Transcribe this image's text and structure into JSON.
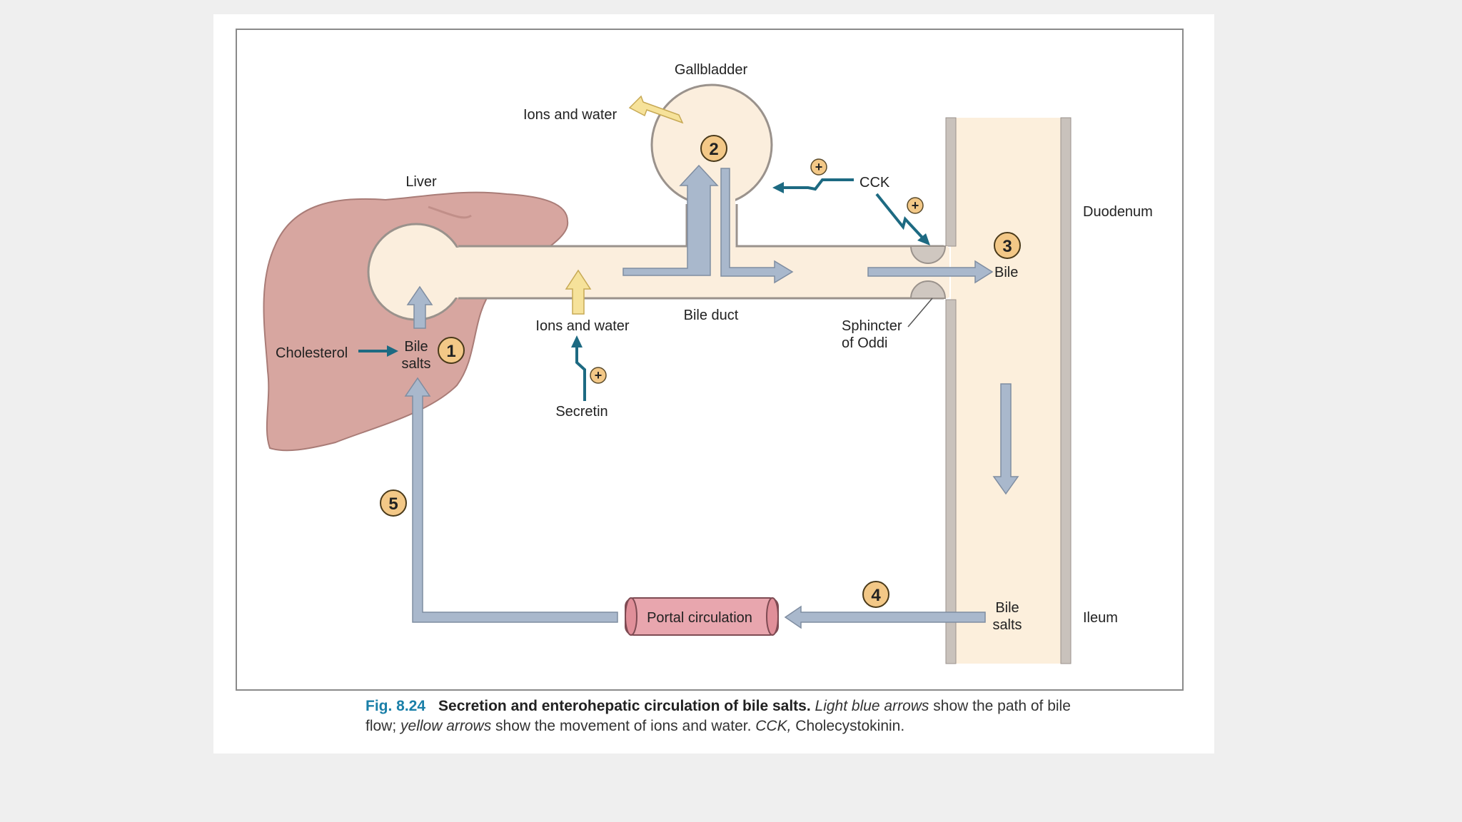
{
  "diagram": {
    "labels": {
      "gallbladder": "Gallbladder",
      "ions_water_gb": "Ions and water",
      "liver": "Liver",
      "cck": "CCK",
      "duodenum": "Duodenum",
      "bile": "Bile",
      "cholesterol": "Cholesterol",
      "bile_salts_liver_1": "Bile",
      "bile_salts_liver_2": "salts",
      "ions_water_duct": "Ions and water",
      "bile_duct": "Bile duct",
      "sphincter_1": "Sphincter",
      "sphincter_2": "of Oddi",
      "secretin": "Secretin",
      "portal": "Portal circulation",
      "bile_salts_ileum_1": "Bile",
      "bile_salts_ileum_2": "salts",
      "ileum": "Ileum"
    },
    "steps": [
      "1",
      "2",
      "3",
      "4",
      "5"
    ],
    "plus": "+",
    "colors": {
      "bile_arrow": "#a9b8cc",
      "ion_arrow": "#f6e29a",
      "hormone": "#1d6a82",
      "liver": "#d7a6a0",
      "duct": "#fbeedd",
      "step_badge": "#f3c887",
      "portal": "#e8a6ae"
    }
  },
  "caption": {
    "fig": "Fig. 8.24",
    "title": "Secretion and enterohepatic circulation of bile salts.",
    "p1_em": "Light blue arrows",
    "p2": " show the path of bile flow; ",
    "p3_em": "yellow arrows",
    "p4": " show the movement of ions and water. ",
    "p5_em": "CCK,",
    "p6": " Cholecystokinin."
  }
}
